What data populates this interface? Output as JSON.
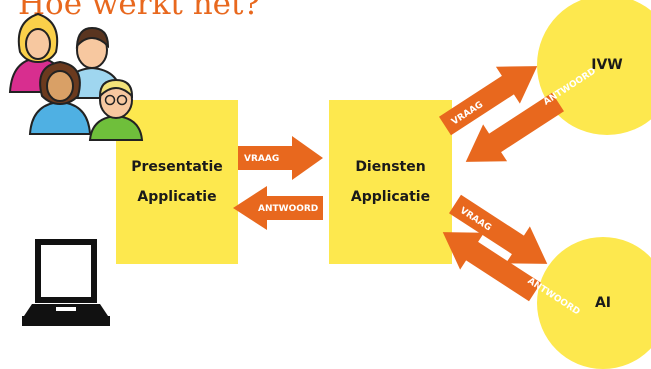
{
  "page": {
    "title": "Hoe werkt het?"
  },
  "boxes": {
    "presentatie": {
      "line1": "Presentatie",
      "line2": "Applicatie"
    },
    "diensten": {
      "line1": "Diensten",
      "line2": "Applicatie"
    }
  },
  "circles": {
    "ivw": "IVW",
    "ai": "AI"
  },
  "arrows": {
    "request": "VRAAG",
    "response": "ANTWOORD"
  },
  "colors": {
    "accent": "#e8681e",
    "box": "#fde84e"
  },
  "icons": [
    "people-group-icon",
    "laptop-icon"
  ]
}
